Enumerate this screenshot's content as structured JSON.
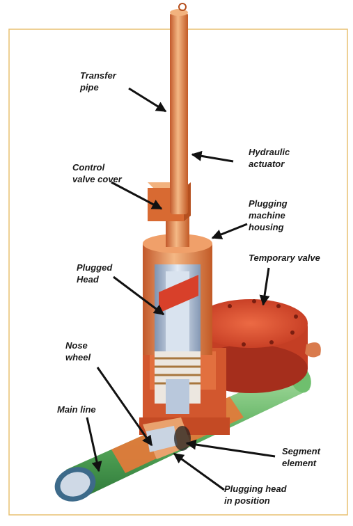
{
  "colors": {
    "frame": "#e8c070",
    "copper": "#e07a3a",
    "copper_light": "#f3b27c",
    "copper_dark": "#b04a1c",
    "red": "#d8402a",
    "pipe_green": "#5fae62",
    "pipe_green_light": "#a8dca0",
    "steel_blue": "#b9c8dc",
    "steel_dark": "#6b7f9a",
    "arrow": "#111111"
  },
  "labels": {
    "transfer_pipe": [
      "Transfer",
      "pipe"
    ],
    "hydraulic_actuator": [
      "Hydraulic",
      "actuator"
    ],
    "control_valve_cover": [
      "Control",
      "valve cover"
    ],
    "plugging_machine_housing": [
      "Plugging",
      "machine",
      "housing"
    ],
    "temporary_valve": [
      "Temporary valve"
    ],
    "plugged_head": [
      "Plugged",
      "Head"
    ],
    "nose_wheel": [
      "Nose",
      "wheel"
    ],
    "main_line": [
      "Main line"
    ],
    "segment_element": [
      "Segment",
      "element"
    ],
    "plugging_head_in_position": [
      "Plugging head",
      "in position"
    ]
  }
}
